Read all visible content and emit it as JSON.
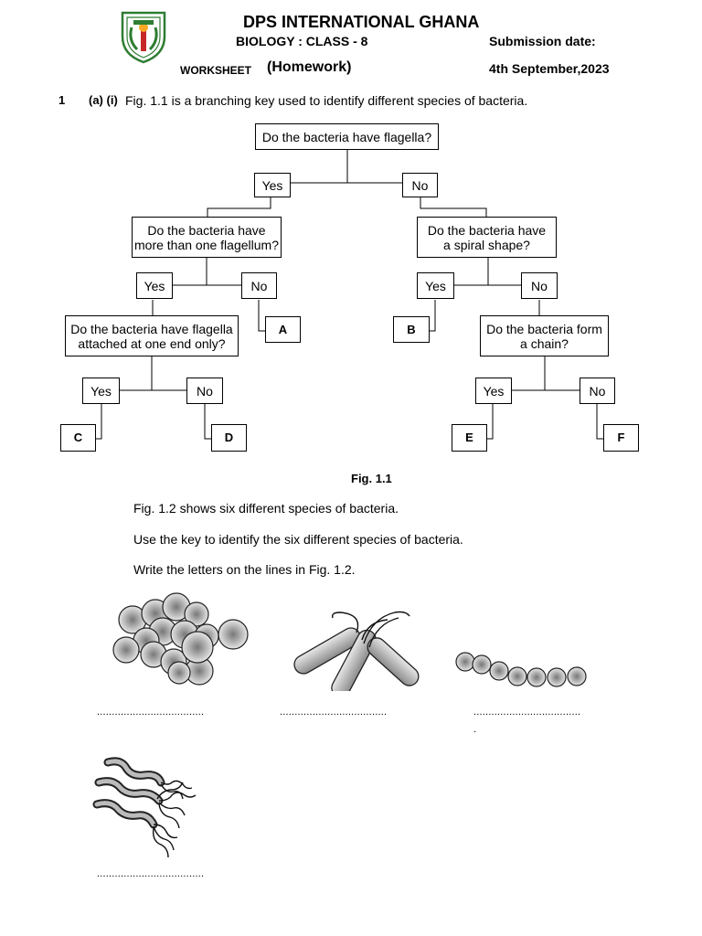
{
  "header": {
    "school": "DPS INTERNATIONAL GHANA",
    "subject": "BIOLOGY : CLASS - 8",
    "worksheet": "WORKSHEET",
    "homework": "(Homework)",
    "submission_label": "Submission date:",
    "submission_date": "4th September,2023"
  },
  "question": {
    "number": "1",
    "part": "(a) (i)",
    "text": "Fig. 1.1 is a branching key used to identify different species of bacteria."
  },
  "key": {
    "q1": "Do the bacteria have flagella?",
    "yes": "Yes",
    "no": "No",
    "q2_line1": "Do the bacteria have",
    "q2_line2": "more than one flagellum?",
    "q3_line1": "Do the bacteria have",
    "q3_line2": "a spiral shape?",
    "q4_line1": "Do the bacteria have flagella",
    "q4_line2": "attached at one end only?",
    "q5_line1": "Do the bacteria form",
    "q5_line2": "a chain?",
    "letters": [
      "A",
      "B",
      "C",
      "D",
      "E",
      "F"
    ]
  },
  "figure_caption": "Fig. 1.1",
  "instructions": [
    "Fig. 1.2 shows six different species of bacteria.",
    "Use the key to identify the six different species of bacteria.",
    "Write the letters on the lines in Fig. 1.2."
  ],
  "answer_line": "....................................",
  "stray_mark": "."
}
